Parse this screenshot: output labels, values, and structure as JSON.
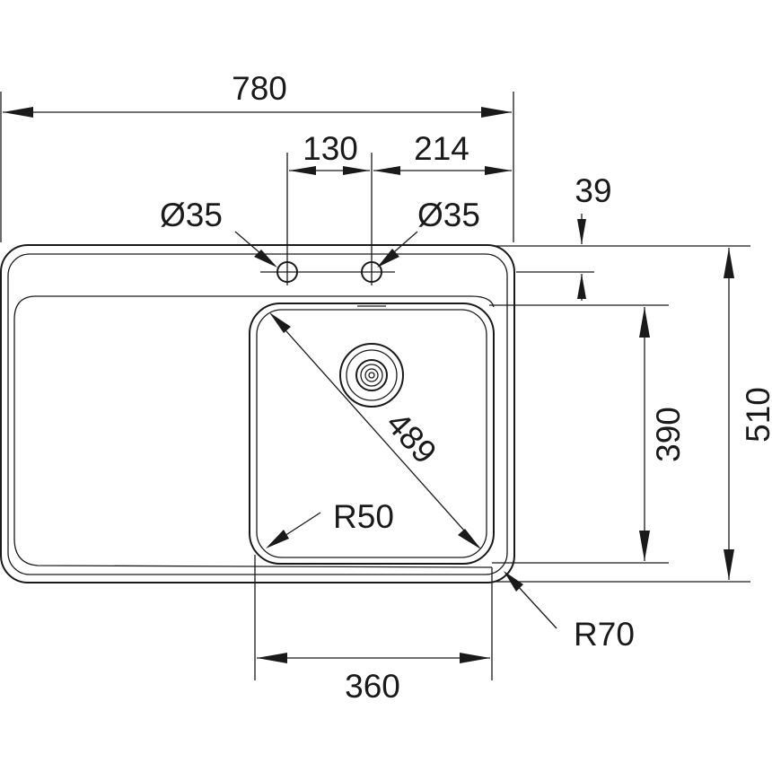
{
  "dimensions": {
    "total_width": "780",
    "tap_hole_spacing": "130",
    "tap_hole_offset": "214",
    "tap_hole_diameter_left": "Ø35",
    "tap_hole_diameter_right": "Ø35",
    "tap_hole_edge_distance": "39",
    "bowl_diagonal": "489",
    "bowl_height": "390",
    "total_depth": "510",
    "bowl_corner_radius": "R50",
    "outer_corner_radius": "R70",
    "bowl_width": "360"
  }
}
